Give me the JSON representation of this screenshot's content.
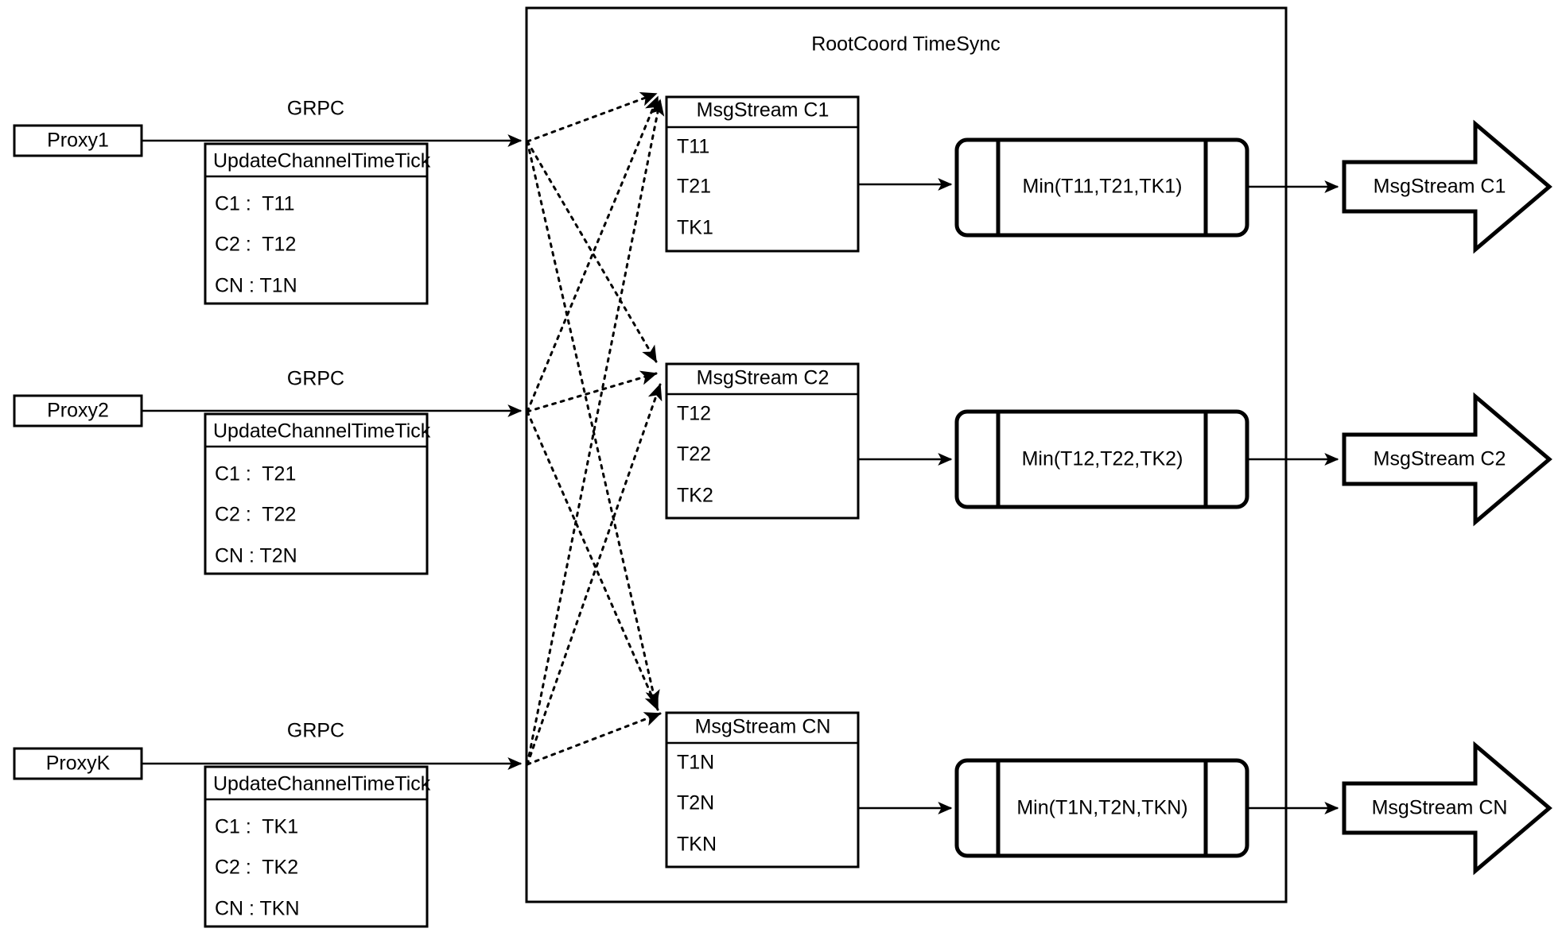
{
  "diagram": {
    "title": "RootCoord TimeSync",
    "container_label": "RootCoord TimeSync"
  },
  "proxies": [
    {
      "name": "Proxy1",
      "link_label": "GRPC",
      "request": {
        "header": "UpdateChannelTimeTick",
        "rows": [
          "C1 :  T11",
          "C2 :  T12",
          "CN : T1N"
        ]
      }
    },
    {
      "name": "Proxy2",
      "link_label": "GRPC",
      "request": {
        "header": "UpdateChannelTimeTick",
        "rows": [
          "C1 :  T21",
          "C2 :  T22",
          "CN : T2N"
        ]
      }
    },
    {
      "name": "ProxyK",
      "link_label": "GRPC",
      "request": {
        "header": "UpdateChannelTimeTick",
        "rows": [
          "C1 :  TK1",
          "C2 :  TK2",
          "CN : TKN"
        ]
      }
    }
  ],
  "channels": [
    {
      "msgstream": {
        "header": "MsgStream C1",
        "rows": [
          "T11",
          "T21",
          "TK1"
        ]
      },
      "process": {
        "label": "Min(T11,T21,TK1)"
      },
      "output": {
        "label": "MsgStream C1"
      }
    },
    {
      "msgstream": {
        "header": "MsgStream C2",
        "rows": [
          "T12",
          "T22",
          "TK2"
        ]
      },
      "process": {
        "label": "Min(T12,T22,TK2)"
      },
      "output": {
        "label": "MsgStream C2"
      }
    },
    {
      "msgstream": {
        "header": "MsgStream CN",
        "rows": [
          "T1N",
          "T2N",
          "TKN"
        ]
      },
      "process": {
        "label": "Min(T1N,T2N,TKN)"
      },
      "output": {
        "label": "MsgStream CN"
      }
    }
  ],
  "colors": {
    "stroke": "#000000",
    "background": "#ffffff",
    "text": "#000000"
  }
}
